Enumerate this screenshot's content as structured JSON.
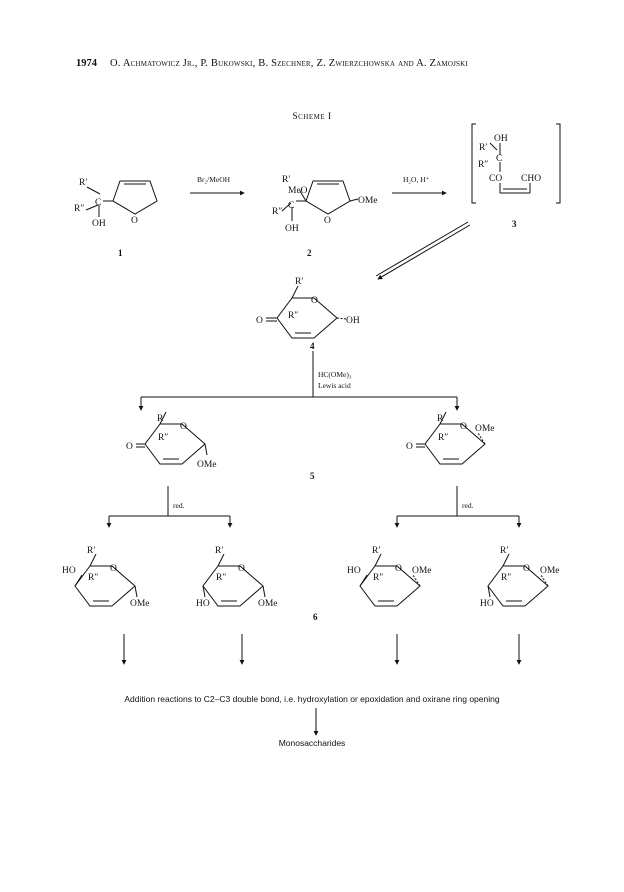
{
  "header": {
    "page_number": "1974",
    "authors": "O. Achmatowicz Jr., P. Bukowski, B. Szechner, Z. Zwierzchowska and A. Zamojski"
  },
  "scheme": {
    "title": "Scheme I",
    "compound_labels": [
      "1",
      "2",
      "3",
      "4",
      "5",
      "6"
    ],
    "reagents": {
      "step1": "Br₂/MeOH",
      "step2": "H₂O, H⁺",
      "step3_line1": "HC(OMe)₃",
      "step3_line2": "Lewis acid",
      "red_left": "red.",
      "red_right": "red."
    },
    "atoms": {
      "R1": "R′",
      "R2": "R″",
      "OH": "OH",
      "O": "O",
      "OMe": "OMe",
      "MeO": "MeO",
      "C": "C",
      "HO": "HO",
      "CO": "CO",
      "CHO": "CHO"
    }
  },
  "footer": {
    "addition_text": "Addition reactions to C2–C3 double bond, i.e. hydroxylation or epoxidation and oxirane ring opening",
    "product_text": "Monosaccharides"
  }
}
